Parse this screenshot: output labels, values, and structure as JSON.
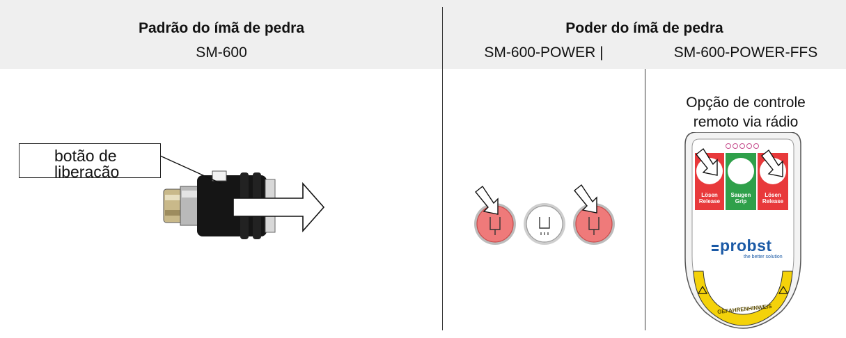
{
  "header": {
    "col1_title": "Padrão do ímã de pedra",
    "col1_model": "SM-600",
    "col2_title": "Poder do ímã de pedra",
    "col2_model_a": "SM-600-POWER |",
    "col2_model_b": "SM-600-POWER-FFS"
  },
  "sm600": {
    "callout_text": "botão de liberação",
    "icon": "quick-release-coupling-icon"
  },
  "power": {
    "icon": "three-push-buttons-icon"
  },
  "ffs": {
    "option_line1": "Opção de controle",
    "option_line2": "remoto via rádio",
    "remote": {
      "left_label_1": "Lösen",
      "left_label_2": "Release",
      "mid_label_1": "Saugen",
      "mid_label_2": "Grip",
      "right_label_1": "Lösen",
      "right_label_2": "Release",
      "brand": "probst",
      "tagline": "the better solution",
      "warning": "GEFAHRENHINWEIS",
      "colors": {
        "red": "#e8393b",
        "green": "#2fa04a",
        "yellow": "#f4d20a",
        "brand_blue": "#1b5aa6"
      }
    }
  }
}
